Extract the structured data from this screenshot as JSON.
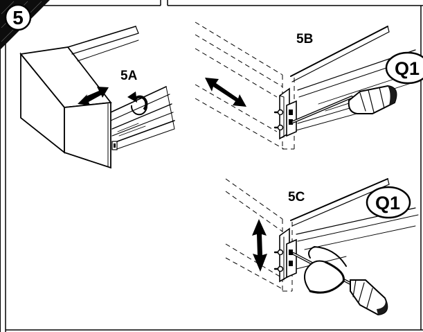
{
  "step": {
    "number": "5"
  },
  "panels": {
    "a": {
      "label": "5A"
    },
    "b": {
      "label": "5B",
      "badge": "Q1"
    },
    "c": {
      "label": "5C",
      "badge": "Q1"
    }
  },
  "colors": {
    "ink": "#000000",
    "paper": "#ffffff",
    "dark": "#1a1a1a"
  },
  "icons": [
    "double-arrow-icon",
    "rotate-arrow-icon",
    "screwdriver-icon",
    "vertical-double-arrow-icon"
  ]
}
